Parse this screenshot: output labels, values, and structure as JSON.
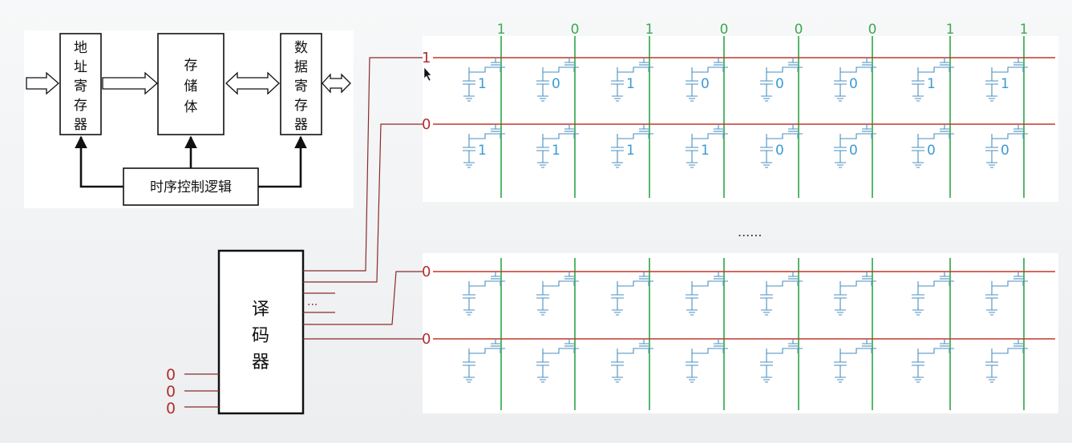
{
  "block_diagram": {
    "address_register": "地址寄存器",
    "memory_body": "存储体",
    "data_register": "数据寄存器",
    "timing_control": "时序控制逻辑"
  },
  "decoder": {
    "label": "译码器",
    "inputs": [
      "0",
      "0",
      "0"
    ],
    "ellipsis": "..."
  },
  "bit_lines": [
    "1",
    "0",
    "1",
    "0",
    "0",
    "0",
    "1",
    "1"
  ],
  "word_lines": [
    {
      "select": "1",
      "cells": [
        "1",
        "0",
        "1",
        "0",
        "0",
        "0",
        "1",
        "1"
      ]
    },
    {
      "select": "0",
      "cells": [
        "1",
        "1",
        "1",
        "1",
        "0",
        "0",
        "0",
        "0"
      ]
    },
    {
      "select": "0",
      "cells": [
        "",
        "",
        "",
        "",
        "",
        "",
        "",
        ""
      ]
    },
    {
      "select": "0",
      "cells": [
        "",
        "",
        "",
        "",
        "",
        "",
        "",
        ""
      ]
    }
  ],
  "gap_ellipsis": "......",
  "colors": {
    "word_line": "#c0392b",
    "bit_line": "#55b86a",
    "cell": "#4a8fc0",
    "cell_text": "#3a9bd6",
    "select_text": "#b03030",
    "bit_text": "#3fa84f",
    "block": "#111111"
  }
}
